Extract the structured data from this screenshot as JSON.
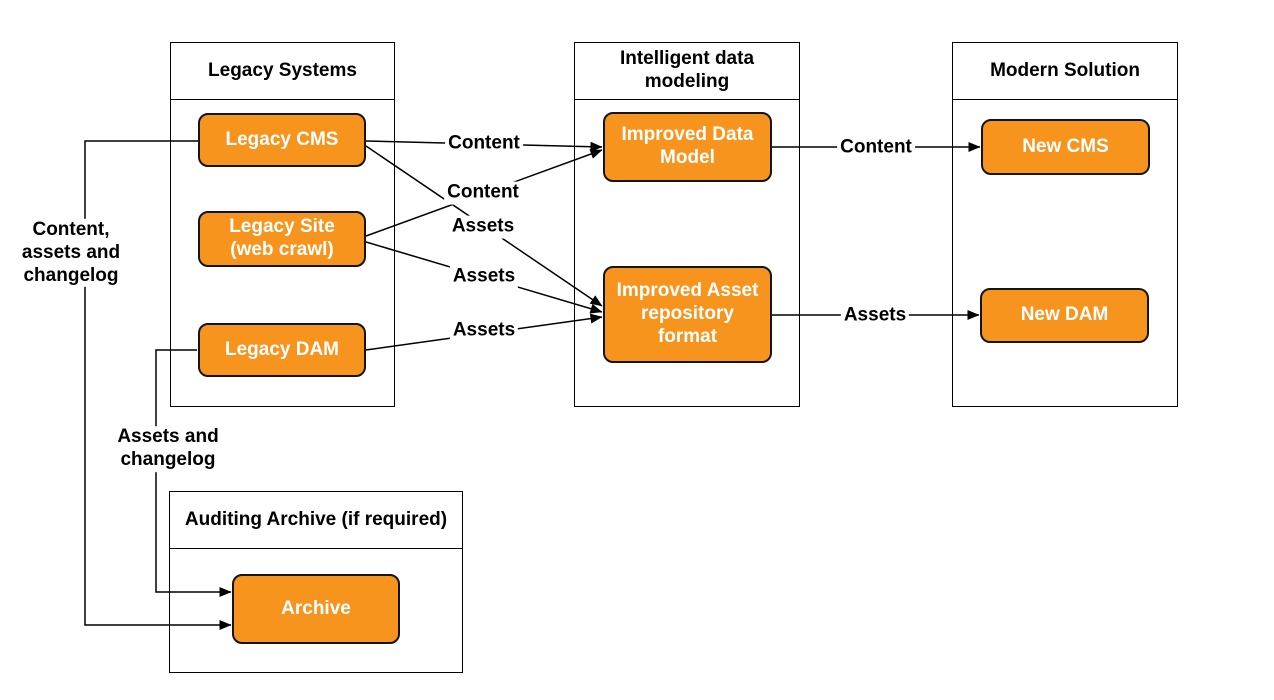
{
  "colors": {
    "background": "#ffffff",
    "node_fill": "#f7941e",
    "node_border": "#141414",
    "node_text": "#ffffff",
    "container_border": "#000000",
    "line": "#000000",
    "label_text": "#000000"
  },
  "containers": {
    "legacy_systems": "Legacy Systems",
    "intelligent_data_modeling": "Intelligent data\nmodeling",
    "modern_solution": "Modern Solution",
    "auditing_archive": "Auditing Archive (if required)"
  },
  "nodes": {
    "legacy_cms": "Legacy CMS",
    "legacy_site": "Legacy Site\n(web crawl)",
    "legacy_dam": "Legacy DAM",
    "improved_data_model": "Improved Data\nModel",
    "improved_asset_repository": "Improved Asset\nrepository\nformat",
    "new_cms": "New CMS",
    "new_dam": "New DAM",
    "archive": "Archive"
  },
  "edge_labels": {
    "cms_to_model": "Content",
    "site_to_model": "Content",
    "cms_to_asset": "Assets",
    "site_to_asset": "Assets",
    "dam_to_asset": "Assets",
    "model_to_new_cms": "Content",
    "asset_to_new_dam": "Assets",
    "cms_to_archive": "Content,\nassets and\nchangelog",
    "dam_to_archive": "Assets and\nchangelog"
  }
}
